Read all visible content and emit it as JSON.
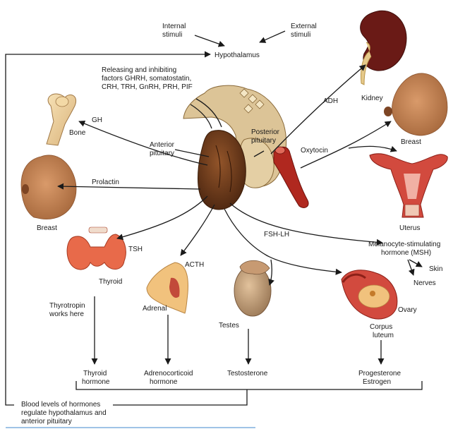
{
  "labels": {
    "internal_stimuli_1": "Internal",
    "internal_stimuli_2": "stimuli",
    "external_stimuli_1": "External",
    "external_stimuli_2": "stimuli",
    "hypothalamus": "Hypothalamus",
    "releasing_1": "Releasing and inhibiting",
    "releasing_2": "factors GHRH, somatostatin,",
    "releasing_3": "CRH, TRH, GnRH, PRH, PIF",
    "gh": "GH",
    "bone": "Bone",
    "anterior_pituitary_1": "Anterior",
    "anterior_pituitary_2": "pituitary",
    "posterior_pituitary_1": "Posterior",
    "posterior_pituitary_2": "pituitary",
    "adh": "ADH",
    "kidney": "Kidney",
    "oxytocin": "Oxytocin",
    "breast_right": "Breast",
    "uterus": "Uterus",
    "prolactin": "Prolactin",
    "breast_left": "Breast",
    "tsh": "TSH",
    "thyroid": "Thyroid",
    "acth": "ACTH",
    "adrenal": "Adrenal",
    "fsh_lh": "FSH-LH",
    "msh_1": "Melanocyte-stimulating",
    "msh_2": "hormone (MSH)",
    "skin": "Skin",
    "nerves": "Nerves",
    "ovary": "Ovary",
    "corpus_luteum_1": "Corpus",
    "corpus_luteum_2": "luteum",
    "testes": "Testes",
    "thyrotropin_1": "Thyrotropin",
    "thyrotropin_2": "works here",
    "thyroid_hormone_1": "Thyroid",
    "thyroid_hormone_2": "hormone",
    "adrenocorticoid_1": "Adrenocorticoid",
    "adrenocorticoid_2": "hormone",
    "testosterone": "Testosterone",
    "progesterone": "Progesterone",
    "estrogen": "Estrogen",
    "feedback_1": "Blood levels of hormones",
    "feedback_2": "regulate hypothalamus and",
    "feedback_3": "anterior pituitary"
  },
  "colors": {
    "skin": "#c98a5c",
    "skin_dark": "#9a5e34",
    "anterior_pituitary": "#6e3d1c",
    "posterior_pituitary": "#dcc497",
    "thyroid": "#e86a4a",
    "kidney": "#6a1a16",
    "vessel": "#b0281f",
    "adrenal": "#f1c27d",
    "uterus": "#d24a3e",
    "accent_rule": "#9fc3e6"
  }
}
